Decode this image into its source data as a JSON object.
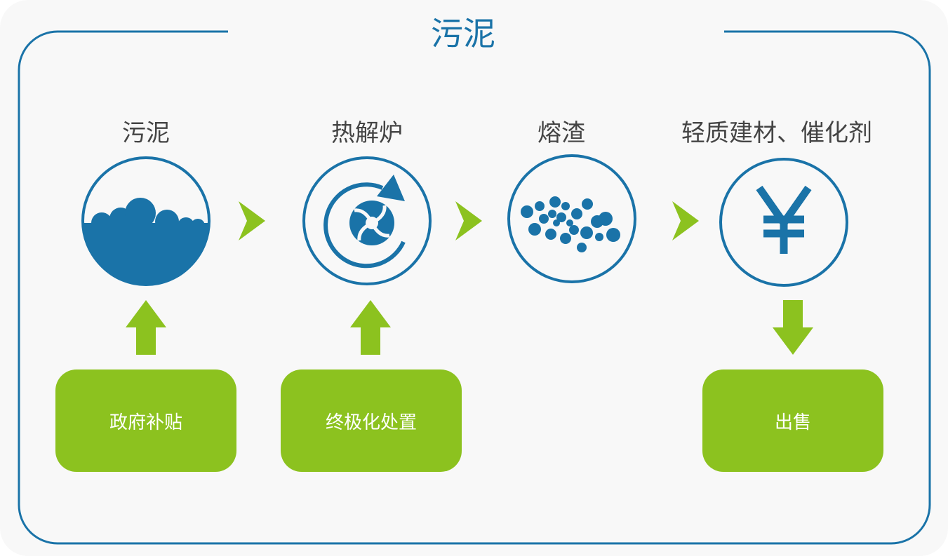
{
  "title": "污泥",
  "colors": {
    "blue": "#1a73a8",
    "green": "#8cc21f"
  },
  "steps": [
    {
      "label": "污泥",
      "icon": "sludge-icon"
    },
    {
      "label": "热解炉",
      "icon": "pyrolysis-cycle-icon"
    },
    {
      "label": "熔渣",
      "icon": "slag-particles-icon"
    },
    {
      "label": "轻质建材、催化剂",
      "icon": "yen-icon"
    }
  ],
  "boxes": [
    "政府补贴",
    "终极化处置",
    "出售"
  ]
}
